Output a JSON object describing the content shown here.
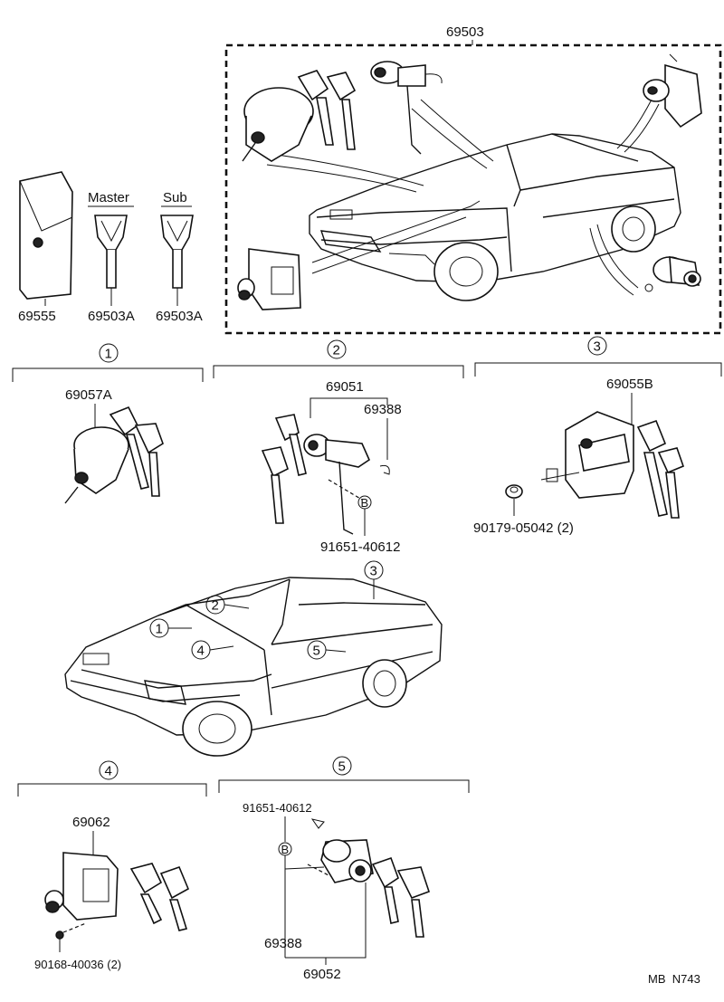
{
  "kit": {
    "part_number": "69503",
    "key_labels": {
      "master": "Master",
      "sub": "Sub"
    },
    "parts": {
      "case": "69555",
      "master_key": "69503A",
      "sub_key": "69503A"
    }
  },
  "groups": {
    "g1": {
      "callout": "1",
      "part": "69057A"
    },
    "g2": {
      "callout": "2",
      "assembly": "69051",
      "clip": "69388",
      "bolt_mark": "B",
      "bolt": "91651-40612"
    },
    "g3": {
      "callout": "3",
      "part": "69055B",
      "nut": "90179-05042 (2)"
    },
    "g4": {
      "callout": "4",
      "part": "69062",
      "screw": "90168-40036 (2)"
    },
    "g5": {
      "callout": "5",
      "bolt": "91651-40612",
      "bolt_mark": "B",
      "clip": "69388",
      "assembly": "69052"
    }
  },
  "car_callouts": [
    "1",
    "2",
    "3",
    "4",
    "5"
  ],
  "footer": {
    "code": "MB  N743"
  }
}
